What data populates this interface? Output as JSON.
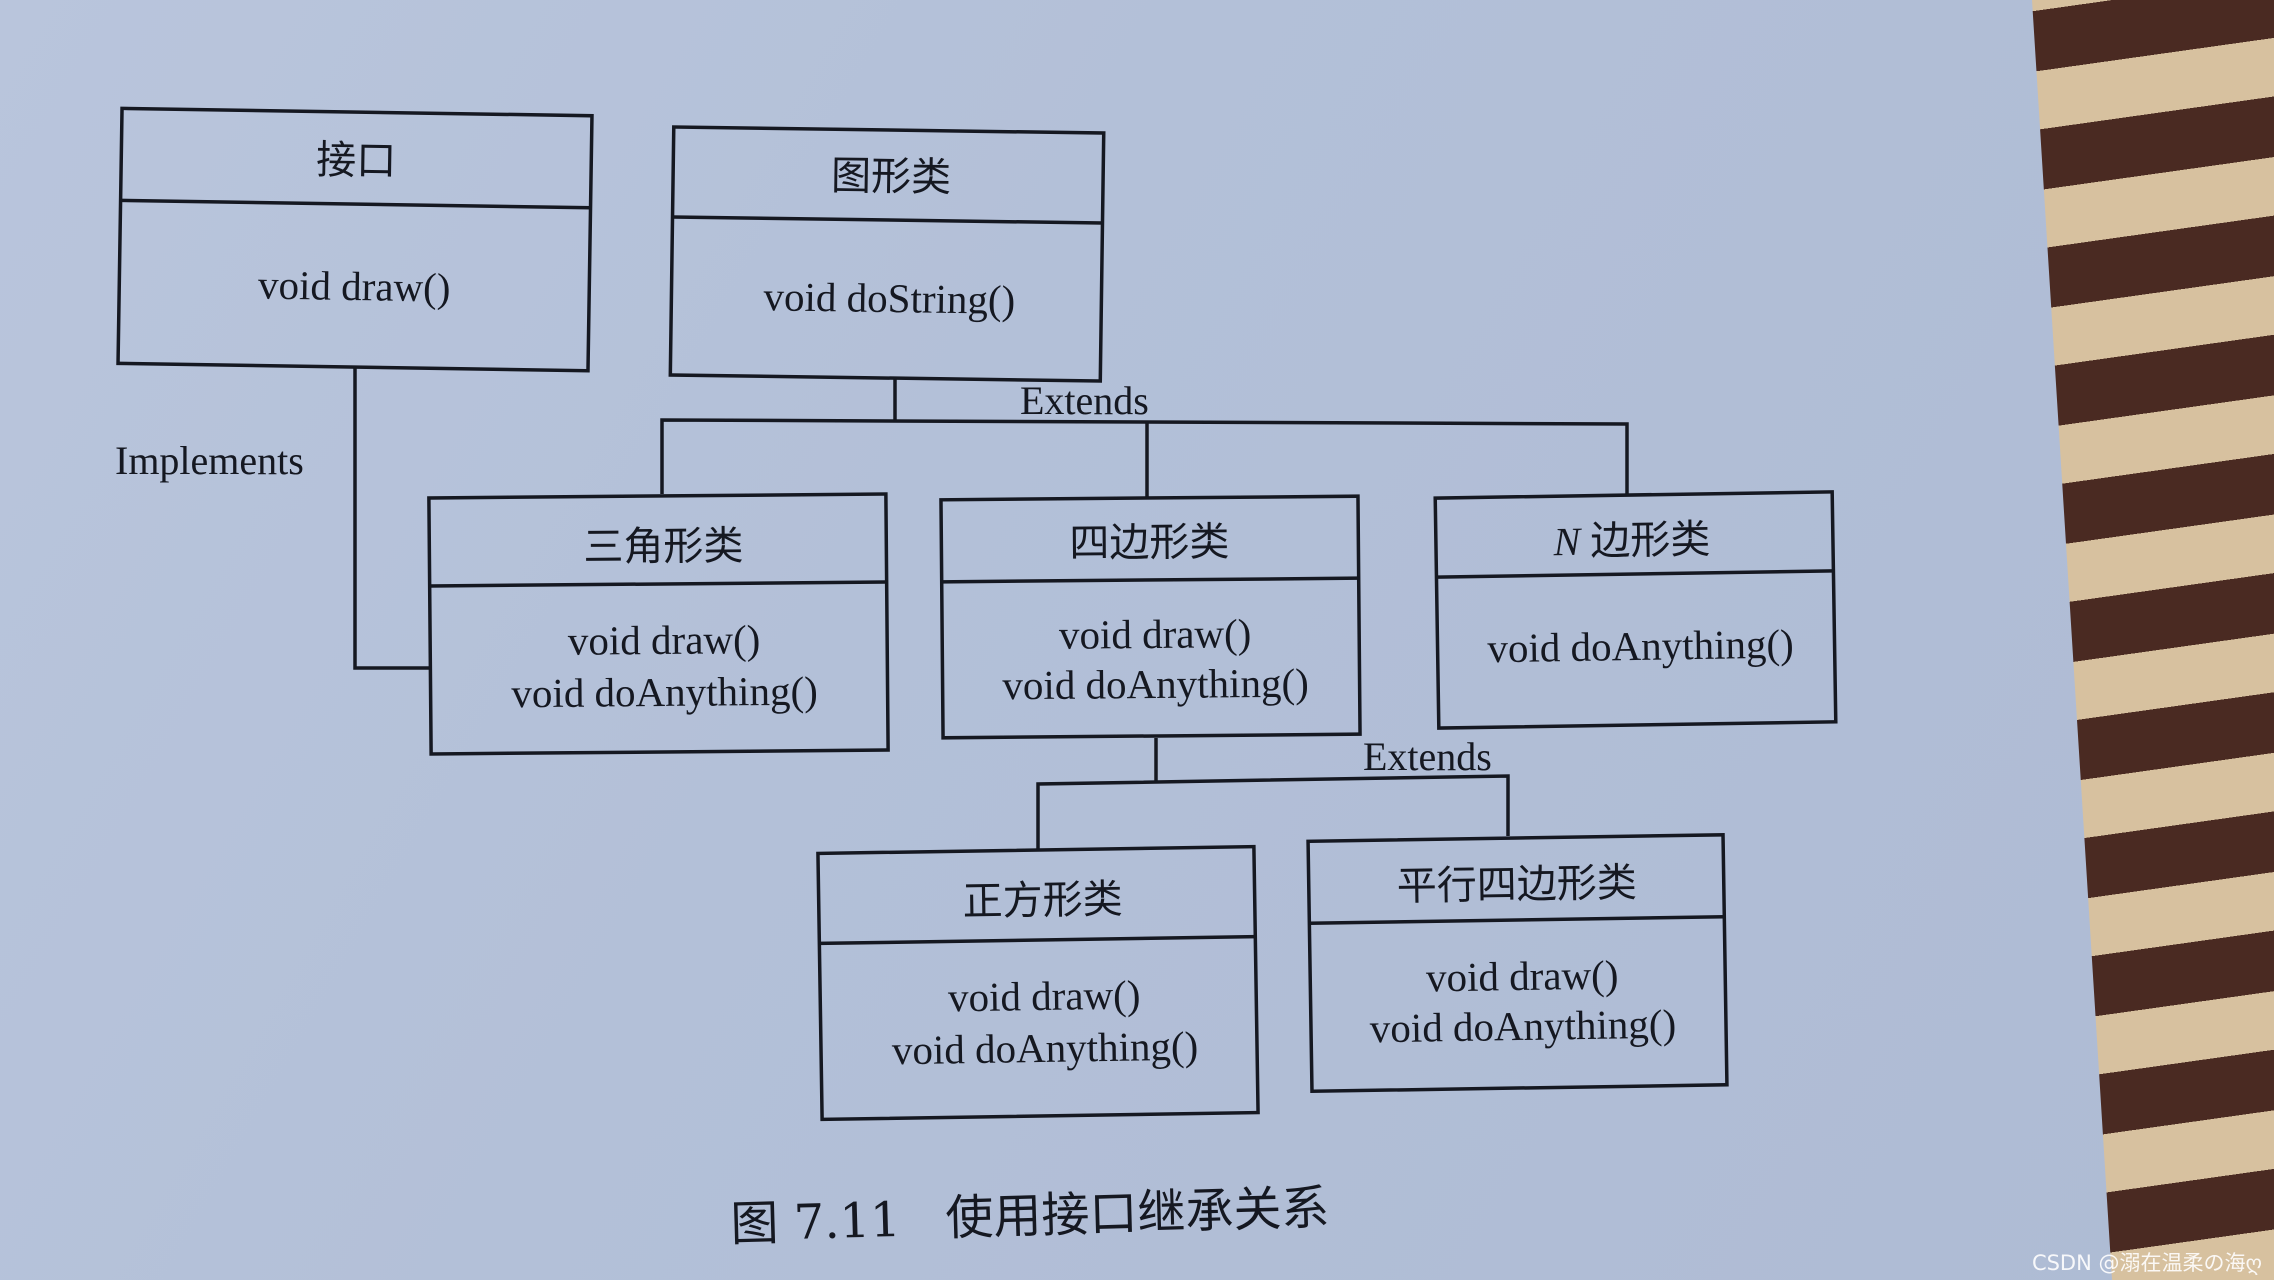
{
  "classes": {
    "interface": {
      "title": "接口",
      "members": [
        "void draw()"
      ]
    },
    "shape": {
      "title": "图形类",
      "members": [
        "void doString()"
      ]
    },
    "triangle": {
      "title": "三角形类",
      "members": [
        "void draw()",
        "void doAnything()"
      ]
    },
    "quadrilateral": {
      "title": "四边形类",
      "members": [
        "void draw()",
        "void doAnything()"
      ]
    },
    "polygon": {
      "title_italic": "N",
      "title": "边形类",
      "members": [
        "void doAnything()"
      ]
    },
    "square": {
      "title": "正方形类",
      "members": [
        "void draw()",
        "void doAnything()"
      ]
    },
    "parallelogram": {
      "title": "平行四边形类",
      "members": [
        "void draw()",
        "void doAnything()"
      ]
    }
  },
  "relations": {
    "implements_label": "Implements",
    "extends_label_top": "Extends",
    "extends_label_bottom": "Extends"
  },
  "caption": {
    "figure_number": "图 7.11",
    "text": "使用接口继承关系"
  },
  "watermark": "CSDN @溺在温柔の海ღ"
}
